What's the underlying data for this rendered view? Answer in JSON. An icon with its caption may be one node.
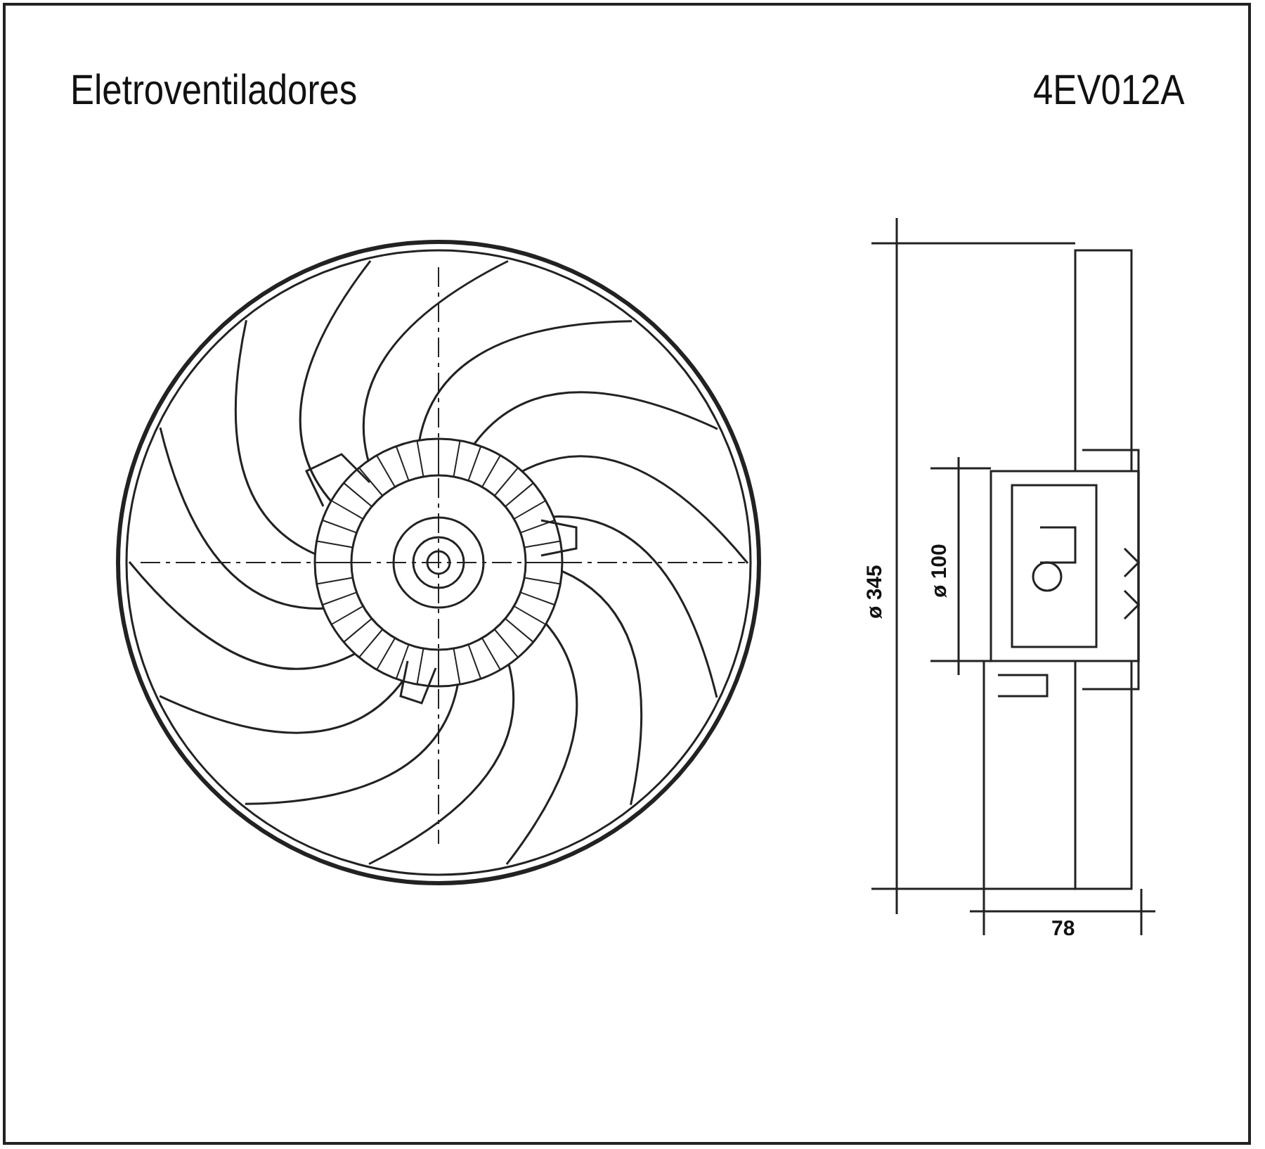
{
  "diagram": {
    "title": "Eletroventiladores",
    "labels": [
      "4EV012A",
      "ø 345",
      "ø 100",
      "78"
    ]
  }
}
